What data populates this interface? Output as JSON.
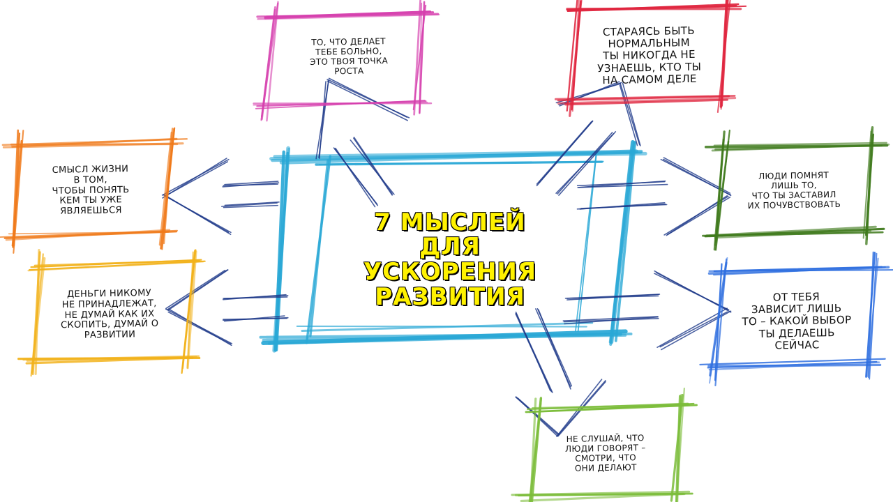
{
  "center": {
    "title": "7 МЫСЛЕЙ\nДЛЯ\nУСКОРЕНИЯ\nРАЗВИТИЯ",
    "title_color": "#fff200",
    "frame_color": "#29a8d6"
  },
  "arrow_color": "#1f3a8a",
  "boxes": [
    {
      "id": "pink",
      "color": "#d63fae",
      "text": "ТО, ЧТО ДЕЛАЕТ\nТЕБЕ БОЛЬНО,\nЭТО ТВОЯ ТОЧКА\nРОСТА"
    },
    {
      "id": "red",
      "color": "#e0263f",
      "text": "СТАРАЯСЬ БЫТЬ\nНОРМАЛЬНЫМ\nТЫ НИКОГДА НЕ\nУЗНАЕШЬ, КТО ТЫ\nНА САМОМ ДЕЛЕ"
    },
    {
      "id": "orange",
      "color": "#f07a1a",
      "text": "СМЫСЛ ЖИЗНИ\nВ ТОМ,\nЧТОБЫ ПОНЯТЬ\nКЕМ ТЫ УЖЕ\nЯВЛЯЕШЬСЯ"
    },
    {
      "id": "dark-green",
      "color": "#3f7a1c",
      "text": "ЛЮДИ ПОМНЯТ\nЛИШЬ ТО,\nЧТО ТЫ ЗАСТАВИЛ\nИХ ПОЧУВСТВОВАТЬ"
    },
    {
      "id": "yellow",
      "color": "#f2b21a",
      "text": "ДЕНЬГИ НИКОМУ\nНЕ ПРИНАДЛЕЖАТ,\nНЕ ДУМАЙ КАК ИХ\nСКОПИТЬ, ДУМАЙ О\nРАЗВИТИИ"
    },
    {
      "id": "blue",
      "color": "#2f6fe0",
      "text": "ОТ ТЕБЯ\nЗАВИСИТ ЛИШЬ\nТО – КАКОЙ ВЫБОР\nТЫ ДЕЛАЕШЬ\nСЕЙЧАС"
    },
    {
      "id": "light-green",
      "color": "#7cbd3a",
      "text": "НЕ СЛУШАЙ, ЧТО\nЛЮДИ ГОВОРЯТ –\nСМОТРИ, ЧТО\nОНИ ДЕЛАЮТ"
    }
  ]
}
